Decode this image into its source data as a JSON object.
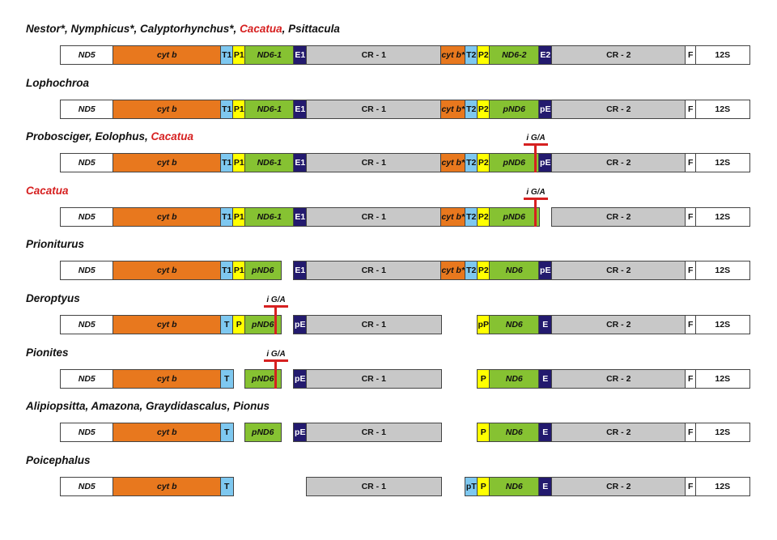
{
  "colors": {
    "white": "#ffffff",
    "orange": "#e8781e",
    "blue": "#7ec8f0",
    "yellow": "#ffff00",
    "green": "#86c232",
    "navy": "#231a6e",
    "gray": "#c8c8c8",
    "highlight_red": "#d62020"
  },
  "rows": [
    {
      "title": [
        {
          "text": "Nestor*, Nymphicus*, Calyptorhynchus*, "
        },
        {
          "text": "Cacatua",
          "red": true
        },
        {
          "text": ", Psittacula"
        }
      ],
      "segments": [
        {
          "slot": "nd5",
          "label": "ND5",
          "type": "white",
          "italic": true
        },
        {
          "slot": "cytb",
          "label": "cyt b",
          "type": "orange",
          "italic": true
        },
        {
          "slot": "t1",
          "label": "T1",
          "type": "blue"
        },
        {
          "slot": "p1",
          "label": "P1",
          "type": "yellow"
        },
        {
          "slot": "nd6_1",
          "label": "ND6-1",
          "type": "green",
          "italic": true
        },
        {
          "slot": "e1",
          "label": "E1",
          "type": "navy"
        },
        {
          "slot": "cr1",
          "label": "CR - 1",
          "type": "gray"
        },
        {
          "slot": "cytb2",
          "label": "cyt b*",
          "type": "orange",
          "italic": true
        },
        {
          "slot": "t2",
          "label": "T2",
          "type": "blue"
        },
        {
          "slot": "p2",
          "label": "P2",
          "type": "yellow"
        },
        {
          "slot": "nd6_2",
          "label": "ND6-2",
          "type": "green",
          "italic": true
        },
        {
          "slot": "e2",
          "label": "E2",
          "type": "navy"
        },
        {
          "slot": "cr2",
          "label": "CR - 2",
          "type": "gray"
        },
        {
          "slot": "f",
          "label": "F",
          "type": "white"
        },
        {
          "slot": "s12",
          "label": "12S",
          "type": "white"
        }
      ]
    },
    {
      "title": [
        {
          "text": "Lophochroa"
        }
      ],
      "segments": [
        {
          "slot": "nd5",
          "label": "ND5",
          "type": "white",
          "italic": true
        },
        {
          "slot": "cytb",
          "label": "cyt b",
          "type": "orange",
          "italic": true
        },
        {
          "slot": "t1",
          "label": "T1",
          "type": "blue"
        },
        {
          "slot": "p1",
          "label": "P1",
          "type": "yellow"
        },
        {
          "slot": "nd6_1",
          "label": "ND6-1",
          "type": "green",
          "italic": true
        },
        {
          "slot": "e1",
          "label": "E1",
          "type": "navy"
        },
        {
          "slot": "cr1",
          "label": "CR - 1",
          "type": "gray"
        },
        {
          "slot": "cytb2",
          "label": "cyt b*",
          "type": "orange",
          "italic": true
        },
        {
          "slot": "t2",
          "label": "T2",
          "type": "blue"
        },
        {
          "slot": "p2",
          "label": "P2",
          "type": "yellow"
        },
        {
          "slot": "nd6_2",
          "label": "pND6",
          "type": "green",
          "italic": true
        },
        {
          "slot": "e2",
          "label": "pE",
          "type": "navy"
        },
        {
          "slot": "cr2",
          "label": "CR - 2",
          "type": "gray"
        },
        {
          "slot": "f",
          "label": "F",
          "type": "white"
        },
        {
          "slot": "s12",
          "label": "12S",
          "type": "white"
        }
      ]
    },
    {
      "title": [
        {
          "text": "Probosciger, Eolophus, "
        },
        {
          "text": "Cacatua",
          "red": true
        }
      ],
      "marker": {
        "label": "i G/A",
        "pos": "right"
      },
      "segments": [
        {
          "slot": "nd5",
          "label": "ND5",
          "type": "white",
          "italic": true
        },
        {
          "slot": "cytb",
          "label": "cyt b",
          "type": "orange",
          "italic": true
        },
        {
          "slot": "t1",
          "label": "T1",
          "type": "blue"
        },
        {
          "slot": "p1",
          "label": "P1",
          "type": "yellow"
        },
        {
          "slot": "nd6_1",
          "label": "ND6-1",
          "type": "green",
          "italic": true
        },
        {
          "slot": "e1",
          "label": "E1",
          "type": "navy"
        },
        {
          "slot": "cr1",
          "label": "CR - 1",
          "type": "gray"
        },
        {
          "slot": "cytb2",
          "label": "cyt b*",
          "type": "orange",
          "italic": true
        },
        {
          "slot": "t2",
          "label": "T2",
          "type": "blue"
        },
        {
          "slot": "p2",
          "label": "P2",
          "type": "yellow"
        },
        {
          "slot": "nd6_2",
          "label": "pND6",
          "type": "green",
          "italic": true
        },
        {
          "slot": "e2",
          "label": "pE",
          "type": "navy"
        },
        {
          "slot": "cr2",
          "label": "CR - 2",
          "type": "gray"
        },
        {
          "slot": "f",
          "label": "F",
          "type": "white"
        },
        {
          "slot": "s12",
          "label": "12S",
          "type": "white"
        }
      ]
    },
    {
      "title": [
        {
          "text": "Cacatua",
          "red": true
        }
      ],
      "marker": {
        "label": "i G/A",
        "pos": "right"
      },
      "segments": [
        {
          "slot": "nd5",
          "label": "ND5",
          "type": "white",
          "italic": true
        },
        {
          "slot": "cytb",
          "label": "cyt b",
          "type": "orange",
          "italic": true
        },
        {
          "slot": "t1",
          "label": "T1",
          "type": "blue"
        },
        {
          "slot": "p1",
          "label": "P1",
          "type": "yellow"
        },
        {
          "slot": "nd6_1",
          "label": "ND6-1",
          "type": "green",
          "italic": true
        },
        {
          "slot": "e1",
          "label": "E1",
          "type": "navy"
        },
        {
          "slot": "cr1",
          "label": "CR - 1",
          "type": "gray"
        },
        {
          "slot": "cytb2",
          "label": "cyt b*",
          "type": "orange",
          "italic": true
        },
        {
          "slot": "t2",
          "label": "T2",
          "type": "blue"
        },
        {
          "slot": "p2",
          "label": "P2",
          "type": "yellow"
        },
        {
          "slot": "nd6_2",
          "label": "pND6",
          "type": "green",
          "italic": true
        },
        {
          "slot": "cr2",
          "label": "CR - 2",
          "type": "gray"
        },
        {
          "slot": "f",
          "label": "F",
          "type": "white"
        },
        {
          "slot": "s12",
          "label": "12S",
          "type": "white"
        }
      ]
    },
    {
      "title": [
        {
          "text": "Prioniturus"
        }
      ],
      "segments": [
        {
          "slot": "nd5",
          "label": "ND5",
          "type": "white",
          "italic": true
        },
        {
          "slot": "cytb",
          "label": "cyt b",
          "type": "orange",
          "italic": true
        },
        {
          "slot": "t1",
          "label": "T1",
          "type": "blue"
        },
        {
          "slot": "p1",
          "label": "P1",
          "type": "yellow"
        },
        {
          "slot": "nd6_short",
          "label": "pND6",
          "type": "green",
          "italic": true
        },
        {
          "slot": "e1",
          "label": "E1",
          "type": "navy"
        },
        {
          "slot": "cr1",
          "label": "CR - 1",
          "type": "gray"
        },
        {
          "slot": "cytb2",
          "label": "cyt b*",
          "type": "orange",
          "italic": true
        },
        {
          "slot": "t2",
          "label": "T2",
          "type": "blue"
        },
        {
          "slot": "p2",
          "label": "P2",
          "type": "yellow"
        },
        {
          "slot": "nd6_2",
          "label": "ND6",
          "type": "green",
          "italic": true
        },
        {
          "slot": "e2",
          "label": "pE",
          "type": "navy"
        },
        {
          "slot": "cr2",
          "label": "CR - 2",
          "type": "gray"
        },
        {
          "slot": "f",
          "label": "F",
          "type": "white"
        },
        {
          "slot": "s12",
          "label": "12S",
          "type": "white"
        }
      ]
    },
    {
      "title": [
        {
          "text": "Deroptyus"
        }
      ],
      "marker": {
        "label": "i G/A",
        "pos": "left"
      },
      "segments": [
        {
          "slot": "nd5",
          "label": "ND5",
          "type": "white",
          "italic": true
        },
        {
          "slot": "cytb",
          "label": "cyt b",
          "type": "orange",
          "italic": true
        },
        {
          "slot": "t1",
          "label": "T",
          "type": "blue"
        },
        {
          "slot": "p1",
          "label": "P",
          "type": "yellow"
        },
        {
          "slot": "nd6_short",
          "label": "pND6",
          "type": "green",
          "italic": true
        },
        {
          "slot": "e1",
          "label": "pE",
          "type": "navy"
        },
        {
          "slot": "cr1",
          "label": "CR - 1",
          "type": "gray"
        },
        {
          "slot": "p2",
          "label": "pP",
          "type": "yellow"
        },
        {
          "slot": "nd6_2",
          "label": "ND6",
          "type": "green",
          "italic": true
        },
        {
          "slot": "e2",
          "label": "E",
          "type": "navy"
        },
        {
          "slot": "cr2",
          "label": "CR - 2",
          "type": "gray"
        },
        {
          "slot": "f",
          "label": "F",
          "type": "white"
        },
        {
          "slot": "s12",
          "label": "12S",
          "type": "white"
        }
      ]
    },
    {
      "title": [
        {
          "text": "Pionites"
        }
      ],
      "marker": {
        "label": "i G/A",
        "pos": "left"
      },
      "segments": [
        {
          "slot": "nd5",
          "label": "ND5",
          "type": "white",
          "italic": true
        },
        {
          "slot": "cytb",
          "label": "cyt b",
          "type": "orange",
          "italic": true
        },
        {
          "slot": "t1",
          "label": "T",
          "type": "blue"
        },
        {
          "slot": "nd6_short",
          "label": "pND6",
          "type": "green",
          "italic": true
        },
        {
          "slot": "e1",
          "label": "pE",
          "type": "navy"
        },
        {
          "slot": "cr1",
          "label": "CR - 1",
          "type": "gray"
        },
        {
          "slot": "p2",
          "label": "P",
          "type": "yellow"
        },
        {
          "slot": "nd6_2",
          "label": "ND6",
          "type": "green",
          "italic": true
        },
        {
          "slot": "e2",
          "label": "E",
          "type": "navy"
        },
        {
          "slot": "cr2",
          "label": "CR - 2",
          "type": "gray"
        },
        {
          "slot": "f",
          "label": "F",
          "type": "white"
        },
        {
          "slot": "s12",
          "label": "12S",
          "type": "white"
        }
      ]
    },
    {
      "title": [
        {
          "text": "Alipiopsitta, Amazona, Graydidascalus, Pionus"
        }
      ],
      "segments": [
        {
          "slot": "nd5",
          "label": "ND5",
          "type": "white",
          "italic": true
        },
        {
          "slot": "cytb",
          "label": "cyt b",
          "type": "orange",
          "italic": true
        },
        {
          "slot": "t1",
          "label": "T",
          "type": "blue"
        },
        {
          "slot": "nd6_short",
          "label": "pND6",
          "type": "green",
          "italic": true
        },
        {
          "slot": "e1",
          "label": "pE",
          "type": "navy"
        },
        {
          "slot": "cr1",
          "label": "CR - 1",
          "type": "gray"
        },
        {
          "slot": "p2",
          "label": "P",
          "type": "yellow"
        },
        {
          "slot": "nd6_2",
          "label": "ND6",
          "type": "green",
          "italic": true
        },
        {
          "slot": "e2",
          "label": "E",
          "type": "navy"
        },
        {
          "slot": "cr2",
          "label": "CR - 2",
          "type": "gray"
        },
        {
          "slot": "f",
          "label": "F",
          "type": "white"
        },
        {
          "slot": "s12",
          "label": "12S",
          "type": "white"
        }
      ]
    },
    {
      "title": [
        {
          "text": "Poicephalus"
        }
      ],
      "segments": [
        {
          "slot": "nd5",
          "label": "ND5",
          "type": "white",
          "italic": true
        },
        {
          "slot": "cytb",
          "label": "cyt b",
          "type": "orange",
          "italic": true
        },
        {
          "slot": "t1",
          "label": "T",
          "type": "blue"
        },
        {
          "slot": "cr1",
          "label": "CR - 1",
          "type": "gray"
        },
        {
          "slot": "t2",
          "label": "pT",
          "type": "blue"
        },
        {
          "slot": "p2",
          "label": "P",
          "type": "yellow"
        },
        {
          "slot": "nd6_2",
          "label": "ND6",
          "type": "green",
          "italic": true
        },
        {
          "slot": "e2",
          "label": "E",
          "type": "navy"
        },
        {
          "slot": "cr2",
          "label": "CR - 2",
          "type": "gray"
        },
        {
          "slot": "f",
          "label": "F",
          "type": "white"
        },
        {
          "slot": "s12",
          "label": "12S",
          "type": "white"
        }
      ]
    }
  ]
}
